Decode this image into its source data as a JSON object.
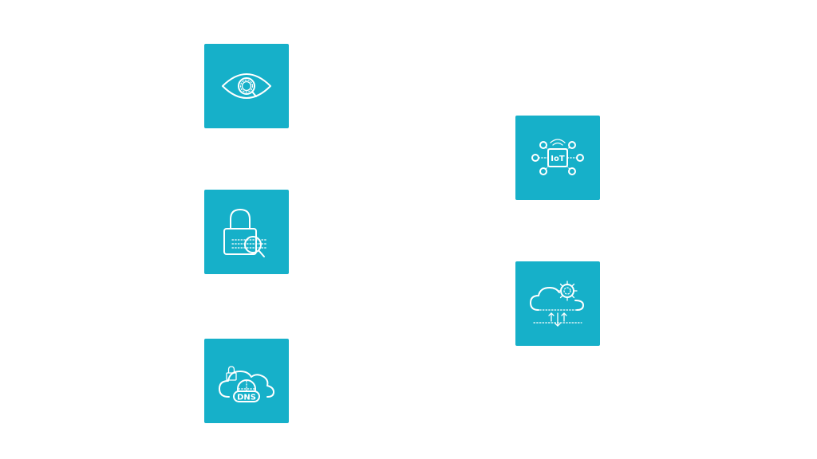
{
  "theme": {
    "tile_color": "#16b0c9",
    "icon_color": "#ffffff",
    "background": "#ffffff"
  },
  "tiles": [
    {
      "id": "threat",
      "icon": "eye-magnifier-icon"
    },
    {
      "id": "ssl",
      "icon": "padlock-magnifier-icon"
    },
    {
      "id": "dns",
      "icon": "cloud-dns-lock-icon",
      "label": "DNS"
    },
    {
      "id": "iot",
      "icon": "iot-network-icon",
      "label": "IoT"
    },
    {
      "id": "cloud",
      "icon": "cloud-gear-icon"
    }
  ]
}
